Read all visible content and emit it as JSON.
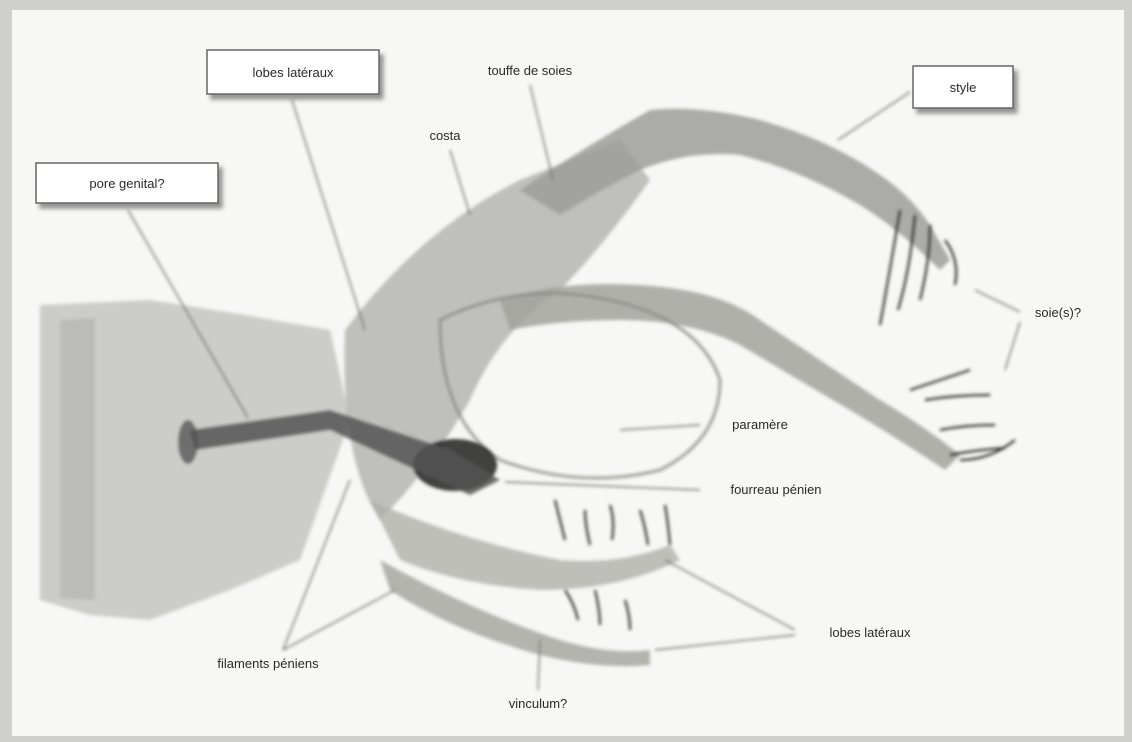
{
  "figure": {
    "labels": {
      "pore_genital": "pore genital?",
      "lobes_lateraux_top": "lobes latéraux",
      "touffe_de_soies": "touffe de soies",
      "costa": "costa",
      "style": "style",
      "soies": "soie(s)?",
      "paramere": "paramère",
      "fourreau_penien": "fourreau pénien",
      "lobes_lateraux_bottom": "lobes latéraux",
      "filaments_peniens": "filaments péniens",
      "vinculum": "vinculum?"
    }
  }
}
